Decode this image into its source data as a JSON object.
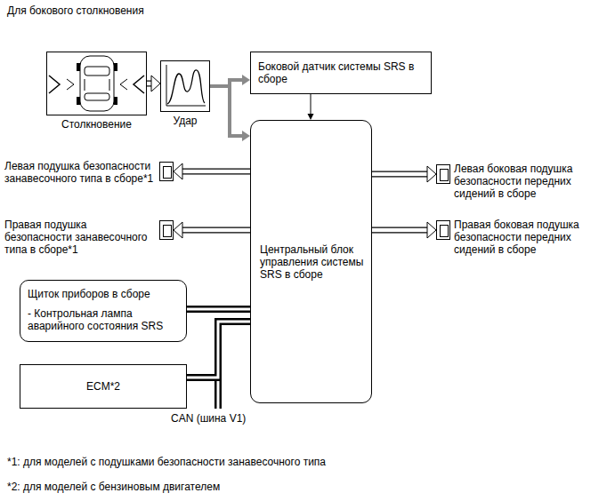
{
  "diagram": {
    "title": "Для бокового столкновения",
    "nodes": [
      {
        "text": [
          "Столкновение"
        ]
      },
      {
        "text": [
          "Удар"
        ]
      },
      {
        "text": [
          "Боковой датчик системы SRS в сборе"
        ]
      },
      {
        "text": [
          "Центральный блок управления системы SRS в сборе"
        ]
      },
      {
        "text": [
          "Левая подушка безопасности занавесочного типа в сборе*1"
        ]
      },
      {
        "text": [
          "Правая подушка безопасности занавесочного типа в сборе*1"
        ]
      },
      {
        "text": [
          "Левая боковая подушка безопасности передних сидений в сборе"
        ]
      },
      {
        "text": [
          "Правая боковая подушка безопасности передних сидений в сборе"
        ]
      },
      {
        "text": [
          "Щиток приборов в сборе",
          "- Контрольная лампа аварийного состояния SRS"
        ]
      },
      {
        "text": [
          "ECM*2"
        ]
      }
    ],
    "edges": [
      {
        "from": 0,
        "to": 1,
        "arrow": "to"
      },
      {
        "from": 1,
        "to": 2,
        "arrow": "to"
      },
      {
        "from": 1,
        "to": 3,
        "arrow": "to"
      },
      {
        "from": 2,
        "to": 3,
        "arrow": "to"
      },
      {
        "from": 3,
        "to": 4,
        "arrow": "to"
      },
      {
        "from": 3,
        "to": 5,
        "arrow": "to"
      },
      {
        "from": 3,
        "to": 6,
        "arrow": "to"
      },
      {
        "from": 3,
        "to": 7,
        "arrow": "to"
      },
      {
        "from": 3,
        "to": 8,
        "arrow": "none"
      },
      {
        "from": 3,
        "to": 9,
        "arrow": "none"
      }
    ],
    "labels": [
      "CAN (шина V1)",
      "*1: для моделей с подушками безопасности занавесочного типа",
      "*2: для моделей с бензиновым двигателем"
    ]
  }
}
